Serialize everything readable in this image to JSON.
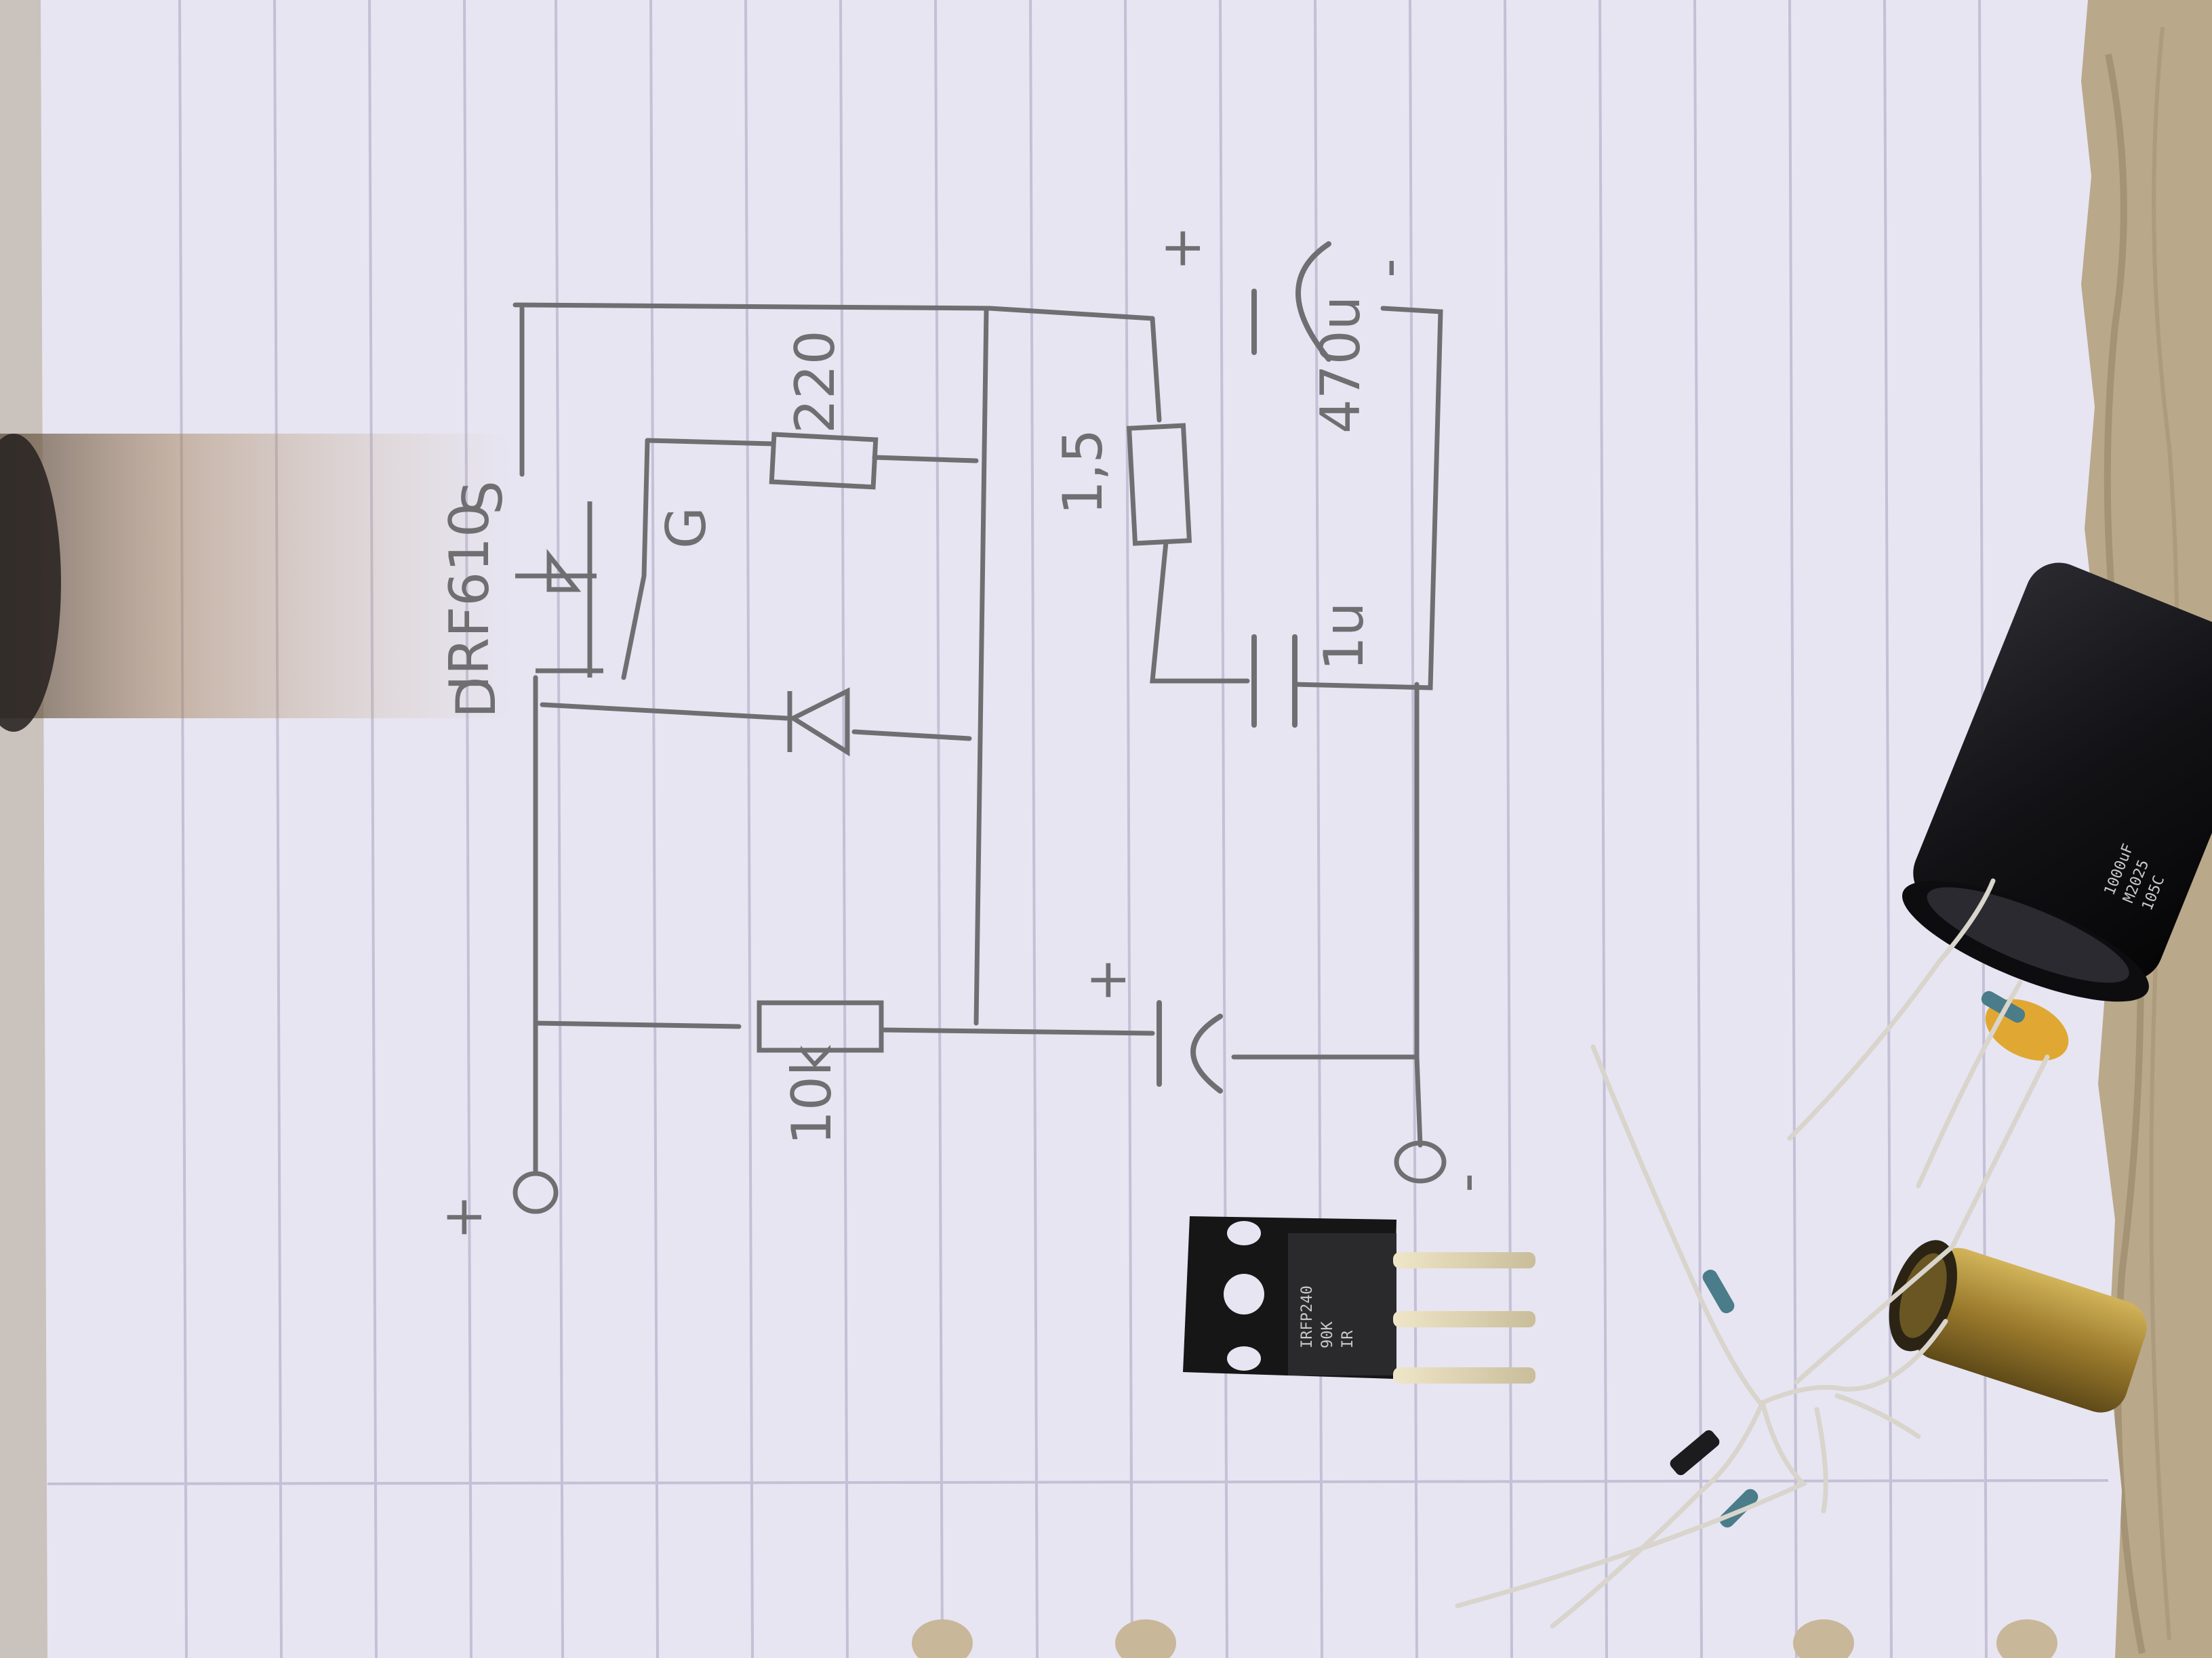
{
  "photo": {
    "schematic": {
      "labels": {
        "transistor_part": "IRF610",
        "drain": "D",
        "source": "S",
        "gate": "G",
        "gate_resistor": "220",
        "bias_resistor": "10k",
        "series_resistor": "1,5",
        "cap_large": "470u",
        "cap_small": "1u",
        "plus_top": "+",
        "minus_top": "-",
        "plus_cap": "+",
        "plus_terminal": "+",
        "minus_terminal": "-"
      }
    },
    "components": {
      "mosfet_marking": [
        "IRFP240",
        "90K",
        "IR"
      ],
      "big_capacitor_marking": [
        "1000uF",
        "M2025",
        "105C"
      ]
    },
    "colors": {
      "paper": "#e7e5f2",
      "rule_line": "#c4c0d6",
      "pencil": "#6f6f72",
      "wood": "#b9a88a",
      "capacitor_black": "#1a1a1d",
      "capacitor_gold": "#9a7a2c"
    }
  }
}
